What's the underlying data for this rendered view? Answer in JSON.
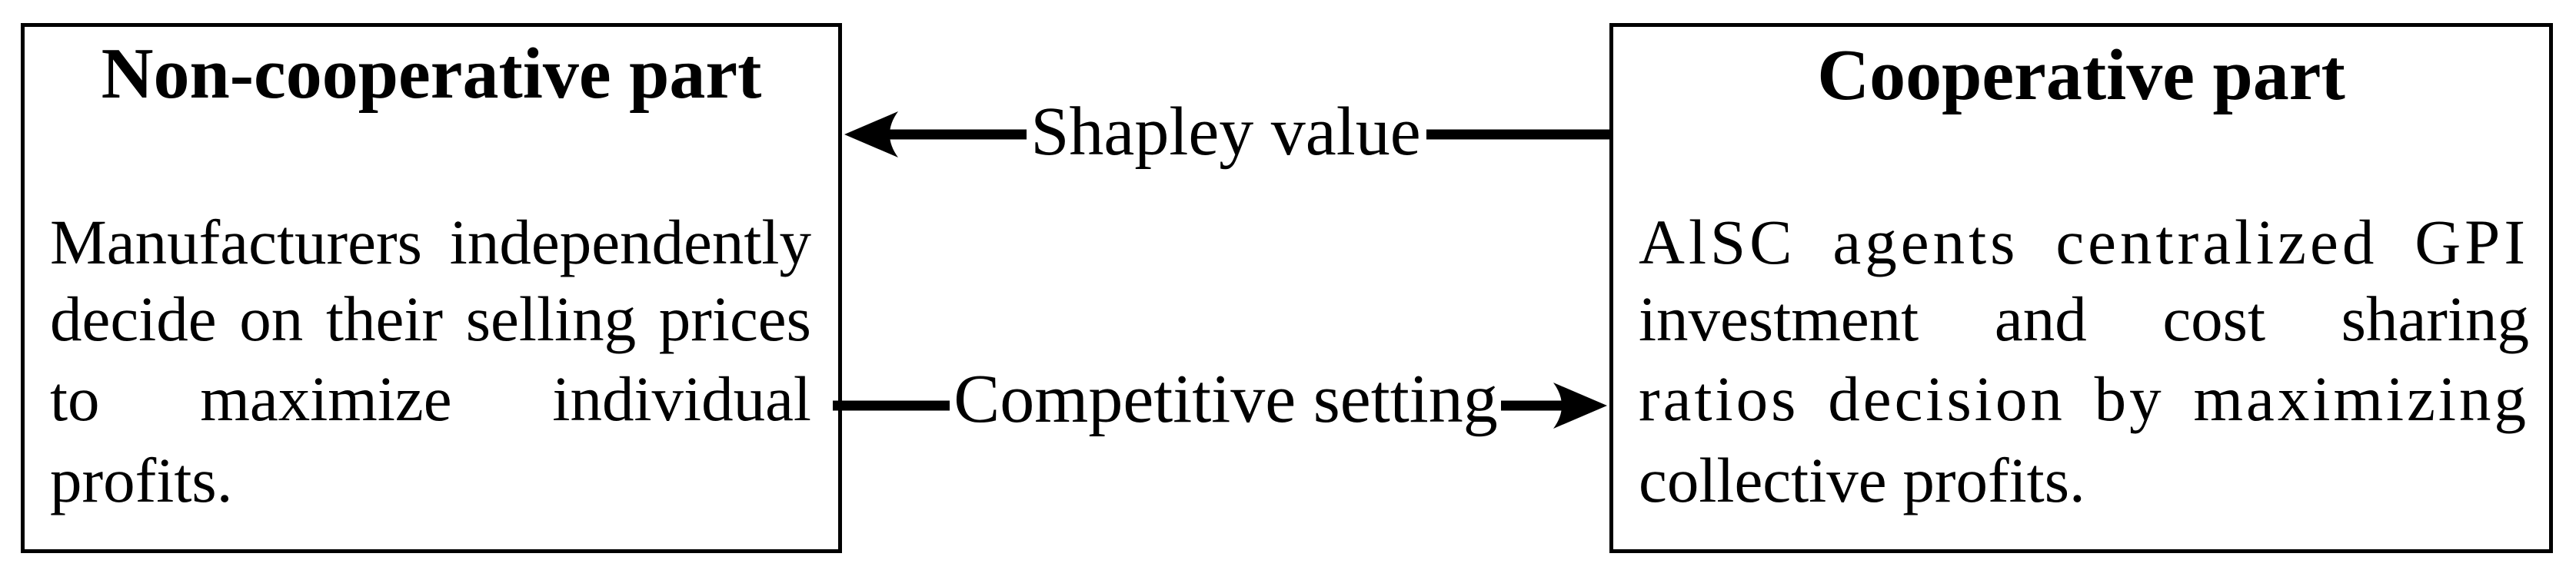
{
  "diagram": {
    "left_box": {
      "title": "Non-cooperative part",
      "body_lines": [
        [
          "Manufacturers",
          "independently"
        ],
        [
          "decide",
          "on",
          "their",
          "selling",
          "prices"
        ],
        [
          "to",
          "maximize",
          "individual"
        ],
        [
          "profits."
        ]
      ],
      "body_text": "Manufacturers independently decide on their selling prices to maximize individual profits."
    },
    "right_box": {
      "title": "Cooperative part",
      "body_lines": [
        [
          "AlSC",
          "agents",
          "centralized",
          "GPI"
        ],
        [
          "investment",
          "and",
          "cost",
          "sharing"
        ],
        [
          "ratios",
          "decision",
          "by",
          "maximizing"
        ],
        [
          "collective profits."
        ]
      ],
      "body_text": "AlSC agents centralized GPI investment and cost sharing ratios decision by maximizing collective profits."
    },
    "arrows": [
      {
        "label": "Shapley value",
        "direction": "right-to-left",
        "from": "Cooperative part",
        "to": "Non-cooperative part"
      },
      {
        "label": "Competitive setting",
        "direction": "left-to-right",
        "from": "Non-cooperative part",
        "to": "Cooperative part"
      }
    ],
    "colors": {
      "ink": "#000000",
      "background": "#ffffff"
    }
  }
}
